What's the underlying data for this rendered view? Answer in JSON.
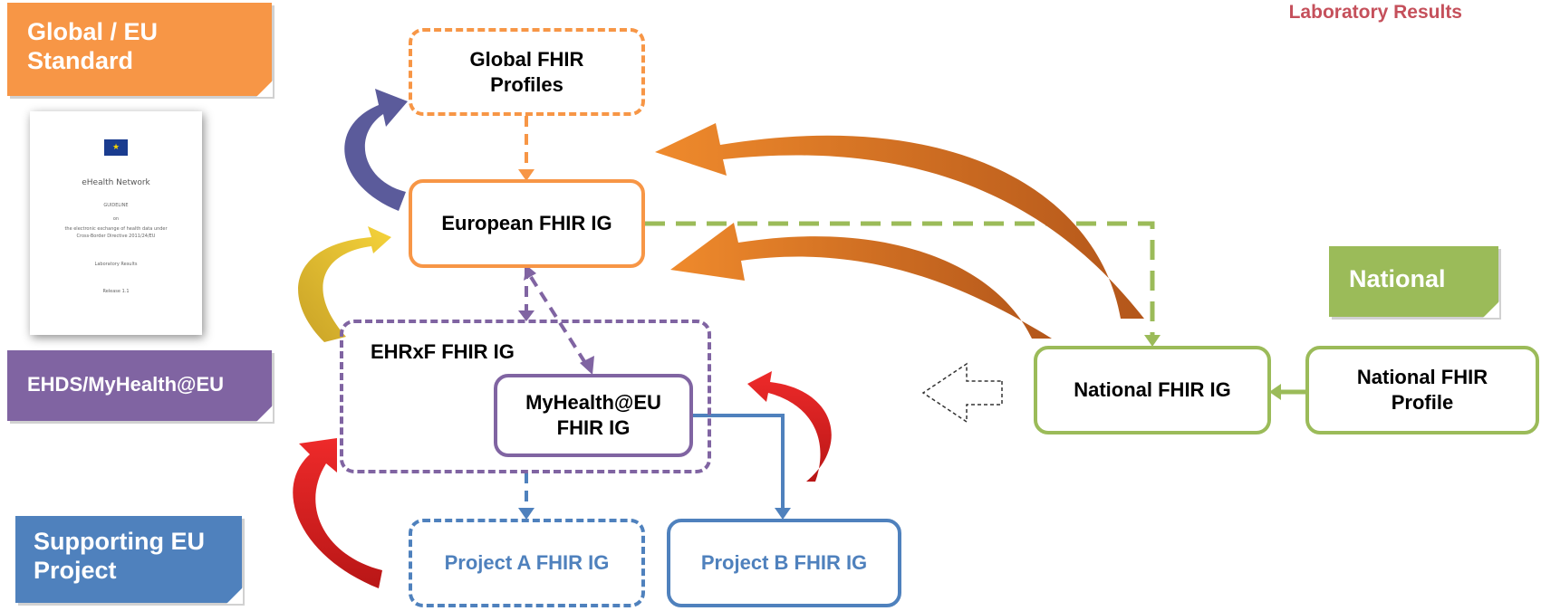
{
  "header": {
    "label": "Laboratory Results"
  },
  "tags": {
    "global": "Global / EU\nStandard",
    "ehds": "EHDS/MyHealth@EU",
    "project": "Supporting EU\nProject",
    "national": "National"
  },
  "boxes": {
    "global_profiles": "Global FHIR\nProfiles",
    "european_ig": "European FHIR IG",
    "ehrxf_ig": "EHRxF FHIR IG",
    "myhealth_ig": "MyHealth@EU\nFHIR IG",
    "project_a": "Project A FHIR IG",
    "project_b": "Project B FHIR IG",
    "national_ig": "National FHIR IG",
    "national_profile": "National FHIR\nProfile"
  },
  "document": {
    "network": "eHealth Network",
    "guideline": "GUIDELINE",
    "on": "on",
    "subtitle1": "the electronic exchange of health data under",
    "subtitle2": "Cross-Border Directive 2011/24/EU",
    "topic": "Laboratory Results",
    "release": "Release 1.1"
  },
  "colors": {
    "orange": "#f79646",
    "green": "#9bbb59",
    "purple": "#8064a2",
    "blue": "#4f81bd",
    "red_arrow": "#e02020",
    "brown_arrow": "#c0651a",
    "header_red": "#c5505b"
  }
}
